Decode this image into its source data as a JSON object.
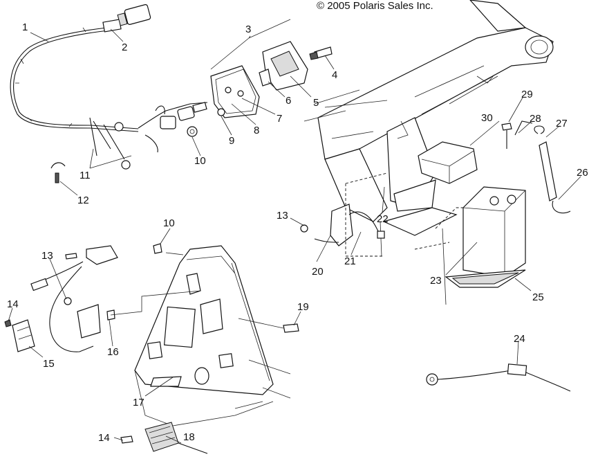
{
  "copyright": "© 2005 Polaris Sales Inc.",
  "callouts": [
    "1",
    "2",
    "3",
    "4",
    "5",
    "6",
    "7",
    "8",
    "9",
    "10",
    "11",
    "12",
    "13",
    "20",
    "21",
    "22",
    "23",
    "24",
    "25",
    "26",
    "27",
    "28",
    "29",
    "30",
    "10",
    "13",
    "14",
    "15",
    "16",
    "17",
    "18",
    "14",
    "19"
  ]
}
